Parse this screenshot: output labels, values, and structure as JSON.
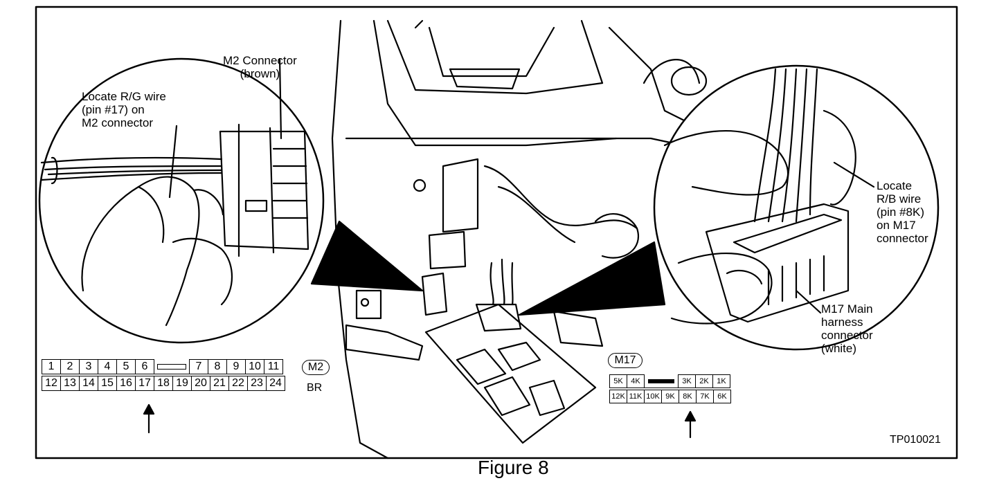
{
  "figure": {
    "caption": "Figure 8",
    "code": "TP010021"
  },
  "callouts": {
    "m2_connector": "M2 Connector\n(brown)",
    "locate_rg": "Locate R/G wire\n(pin #17) on\nM2 connector",
    "locate_rb": "Locate\nR/B wire\n(pin #8K)\non M17\nconnector",
    "m17_main": "M17 Main\nharness\nconnector\n(white)"
  },
  "m2_pinout": {
    "badge": "M2",
    "color_code": "BR",
    "top_row": [
      "1",
      "2",
      "3",
      "4",
      "5",
      "6",
      "",
      "7",
      "8",
      "9",
      "10",
      "11"
    ],
    "bottom_row": [
      "12",
      "13",
      "14",
      "15",
      "16",
      "17",
      "18",
      "19",
      "20",
      "21",
      "22",
      "23",
      "24"
    ],
    "highlighted_pin": "17"
  },
  "m17_pinout": {
    "badge": "M17",
    "top_row": [
      "5K",
      "4K",
      "",
      "3K",
      "2K",
      "1K"
    ],
    "bottom_row": [
      "12K",
      "11K",
      "10K",
      "9K",
      "8K",
      "7K",
      "6K"
    ],
    "highlighted_pin": "8K"
  }
}
